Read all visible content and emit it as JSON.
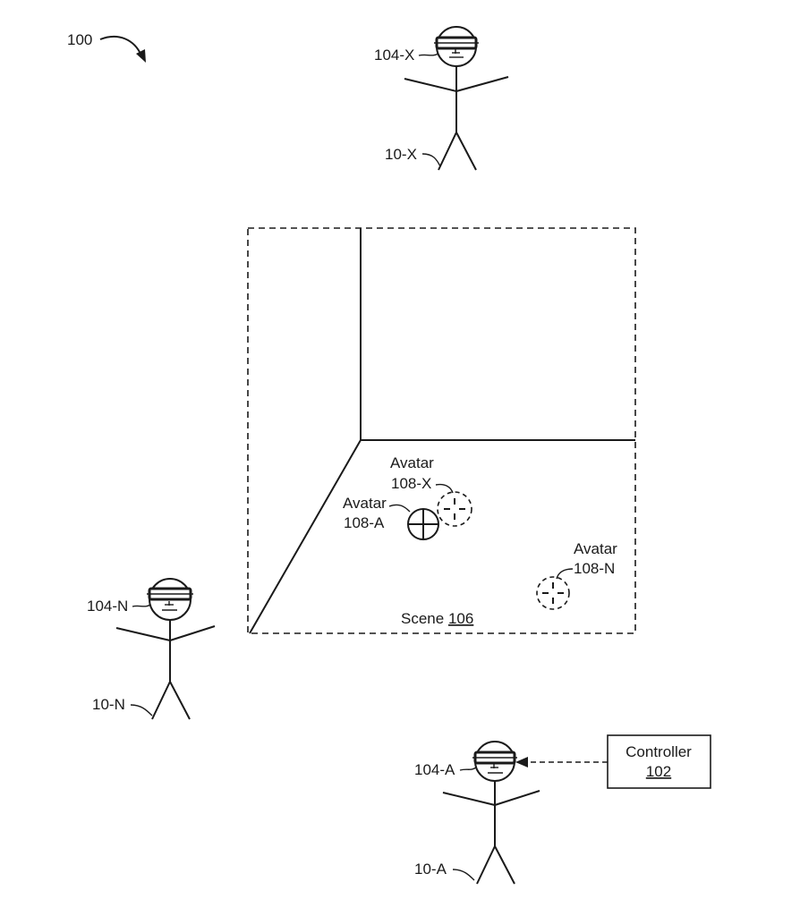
{
  "figure_ref": "100",
  "scene": {
    "label_prefix": "Scene",
    "label_number": "106"
  },
  "avatars": [
    {
      "line1": "Avatar",
      "line2": "108-X"
    },
    {
      "line1": "Avatar",
      "line2": "108-A"
    },
    {
      "line1": "Avatar",
      "line2": "108-N"
    }
  ],
  "users": [
    {
      "headset_label": "104-X",
      "user_label": "10-X"
    },
    {
      "headset_label": "104-N",
      "user_label": "10-N"
    },
    {
      "headset_label": "104-A",
      "user_label": "10-A"
    }
  ],
  "controller": {
    "label": "Controller",
    "number": "102"
  },
  "colors": {
    "ink": "#1a1a1a",
    "background": "#ffffff"
  }
}
